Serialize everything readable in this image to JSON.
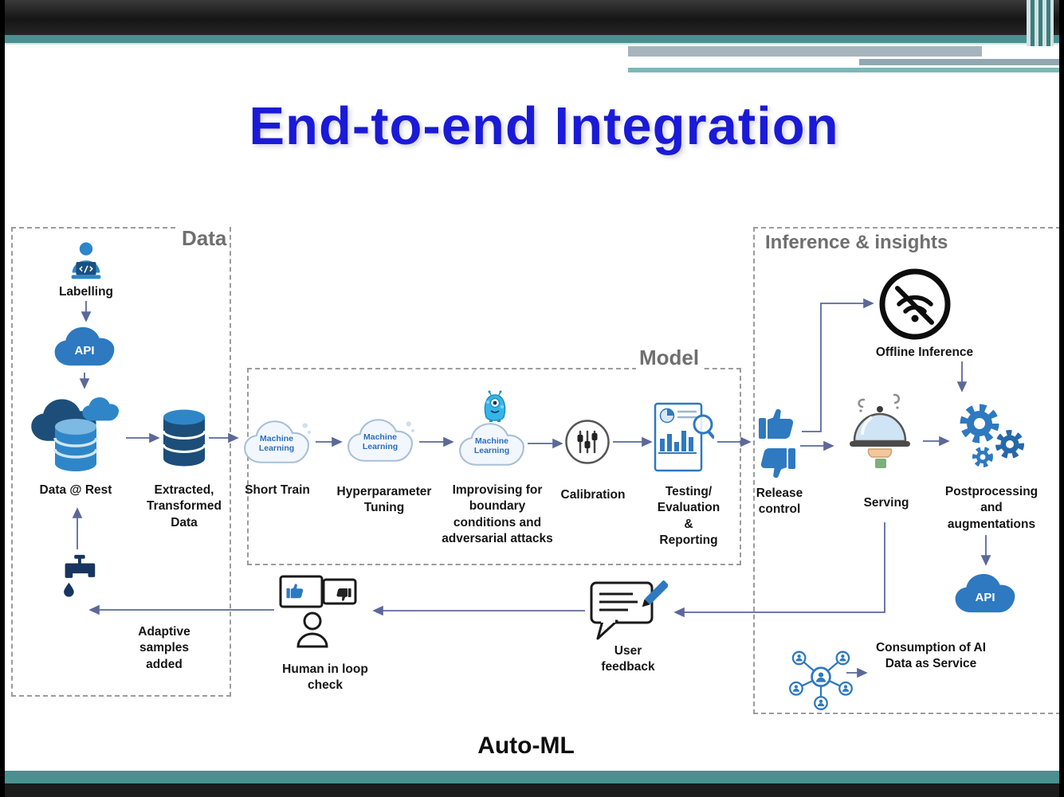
{
  "slide": {
    "title": "End-to-end Integration",
    "footer": "Auto-ML"
  },
  "groups": {
    "data": "Data",
    "model": "Model",
    "inference": "Inference & insights"
  },
  "nodes": {
    "labelling": "Labelling",
    "api_upper": "API",
    "data_at_rest": "Data @ Rest",
    "extracted": "Extracted,\nTransformed\nData",
    "adaptive_samples": "Adaptive\nsamples\nadded",
    "ml_cloud": "Machine\nLearning",
    "short_train": "Short Train",
    "hyperparameter": "Hyperparameter\nTuning",
    "improvising": "Improvising for\nboundary\nconditions and\nadversarial attacks",
    "calibration": "Calibration",
    "testing": "Testing/\nEvaluation\n&\nReporting",
    "release": "Release\ncontrol",
    "offline": "Offline Inference",
    "serving": "Serving",
    "postprocessing": "Postprocessing\nand\naugmentations",
    "api_lower": "API",
    "consumption": "Consumption of AI\nData as Service",
    "user_feedback": "User\nfeedback",
    "human_loop": "Human in loop\ncheck"
  },
  "colors": {
    "title_blue": "#1a1ad8",
    "arrow": "#5b6899",
    "icon_blue": "#2e79c0",
    "icon_dark_blue": "#1c4e79",
    "accent_teal": "#4a9090"
  }
}
